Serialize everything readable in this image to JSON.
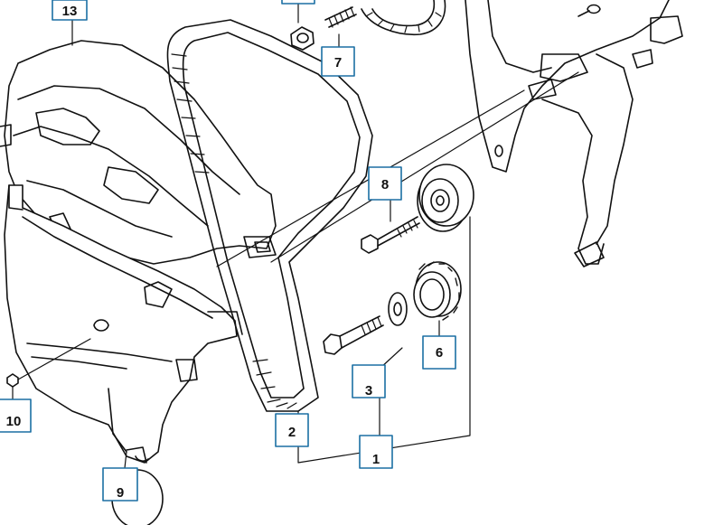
{
  "diagram": {
    "callouts": [
      {
        "id": "1",
        "text": "1"
      },
      {
        "id": "2",
        "text": "2"
      },
      {
        "id": "3",
        "text": "3"
      },
      {
        "id": "6",
        "text": "6"
      },
      {
        "id": "7",
        "text": "7"
      },
      {
        "id": "8",
        "text": "8"
      },
      {
        "id": "9",
        "text": "9"
      },
      {
        "id": "10",
        "text": "10"
      },
      {
        "id": "13",
        "text": "13"
      }
    ],
    "colors": {
      "callout_border": "#1b6fa3",
      "line_art": "#111111",
      "background": "#ffffff"
    }
  }
}
